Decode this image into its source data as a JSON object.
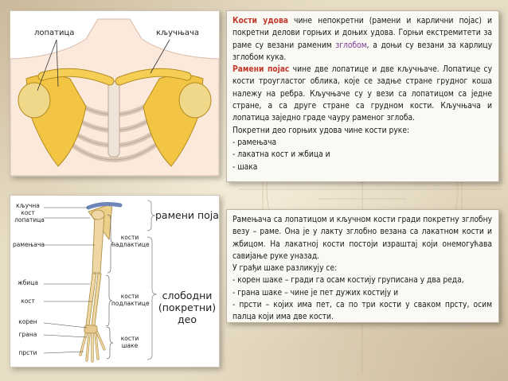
{
  "top_image": {
    "label_scapula": "лопатица",
    "label_clavicle": "кључњача"
  },
  "bottom_image": {
    "labels_left": {
      "clavicle": "кључна",
      "clavicle2": "кост",
      "scapula": "лопатица",
      "humerus": "рамењача",
      "ulna": "жбица",
      "radius": "кост",
      "carpals": "корен",
      "metacarpals": "грана",
      "fingers": "прсти"
    },
    "labels_mid": {
      "upper_arm_1": "кости",
      "upper_arm_2": "надлактице",
      "forearm_1": "кости",
      "forearm_2": "подлактице",
      "hand_1": "кости",
      "hand_2": "шаке"
    },
    "group_shoulder": "рамени појас",
    "group_free_1": "слободни",
    "group_free_2": "(покретни)",
    "group_free_3": "део"
  },
  "box_top": {
    "p1_red": "Кости удова",
    "p1_a": " чине непокретни (рамени и карлични појас) и покретни делови горњих и доњих удова. Горњи екстремитети за раме су везани раменим ",
    "p1_purple": "зглобом",
    "p1_b": ", а доњи су везани за карлицу зглобом кука.",
    "p2_red": "Рамени појас",
    "p2_a": " чине две лопатице и две кључњаче. Лопатице су кости троугластог облика, које се задње стране грудног коша належу на ребра. Кључњаче су у вези са лопатицом са једне стране, а са друге стране са грудном кости. Кључњача и лопатица заједно граде чауру раменог зглоба.",
    "p3": "Покретни део горњих удова чине кости руке:",
    "items": [
      "- рамењача",
      "- лакатна кост и жбица и",
      "- шака"
    ]
  },
  "box_bottom": {
    "p1": "Рамењача са лопатицом и кључном кости гради покретну зглобну везу – раме. Она је у лакту зглобно везана са лакатном кости и жбицом. На лакатној кости постоји израштај који онемогућава савијање руке уназад.",
    "p2": "У грађи шаке разликују се:",
    "items": [
      "- корен шаке – гради га осам костију груписана у два реда,",
      "- грана шаке – чине је пет дужих костију и",
      "- прсти – којих има пет, са по три кости у сваком прсту, осим палца који има две кости."
    ]
  }
}
